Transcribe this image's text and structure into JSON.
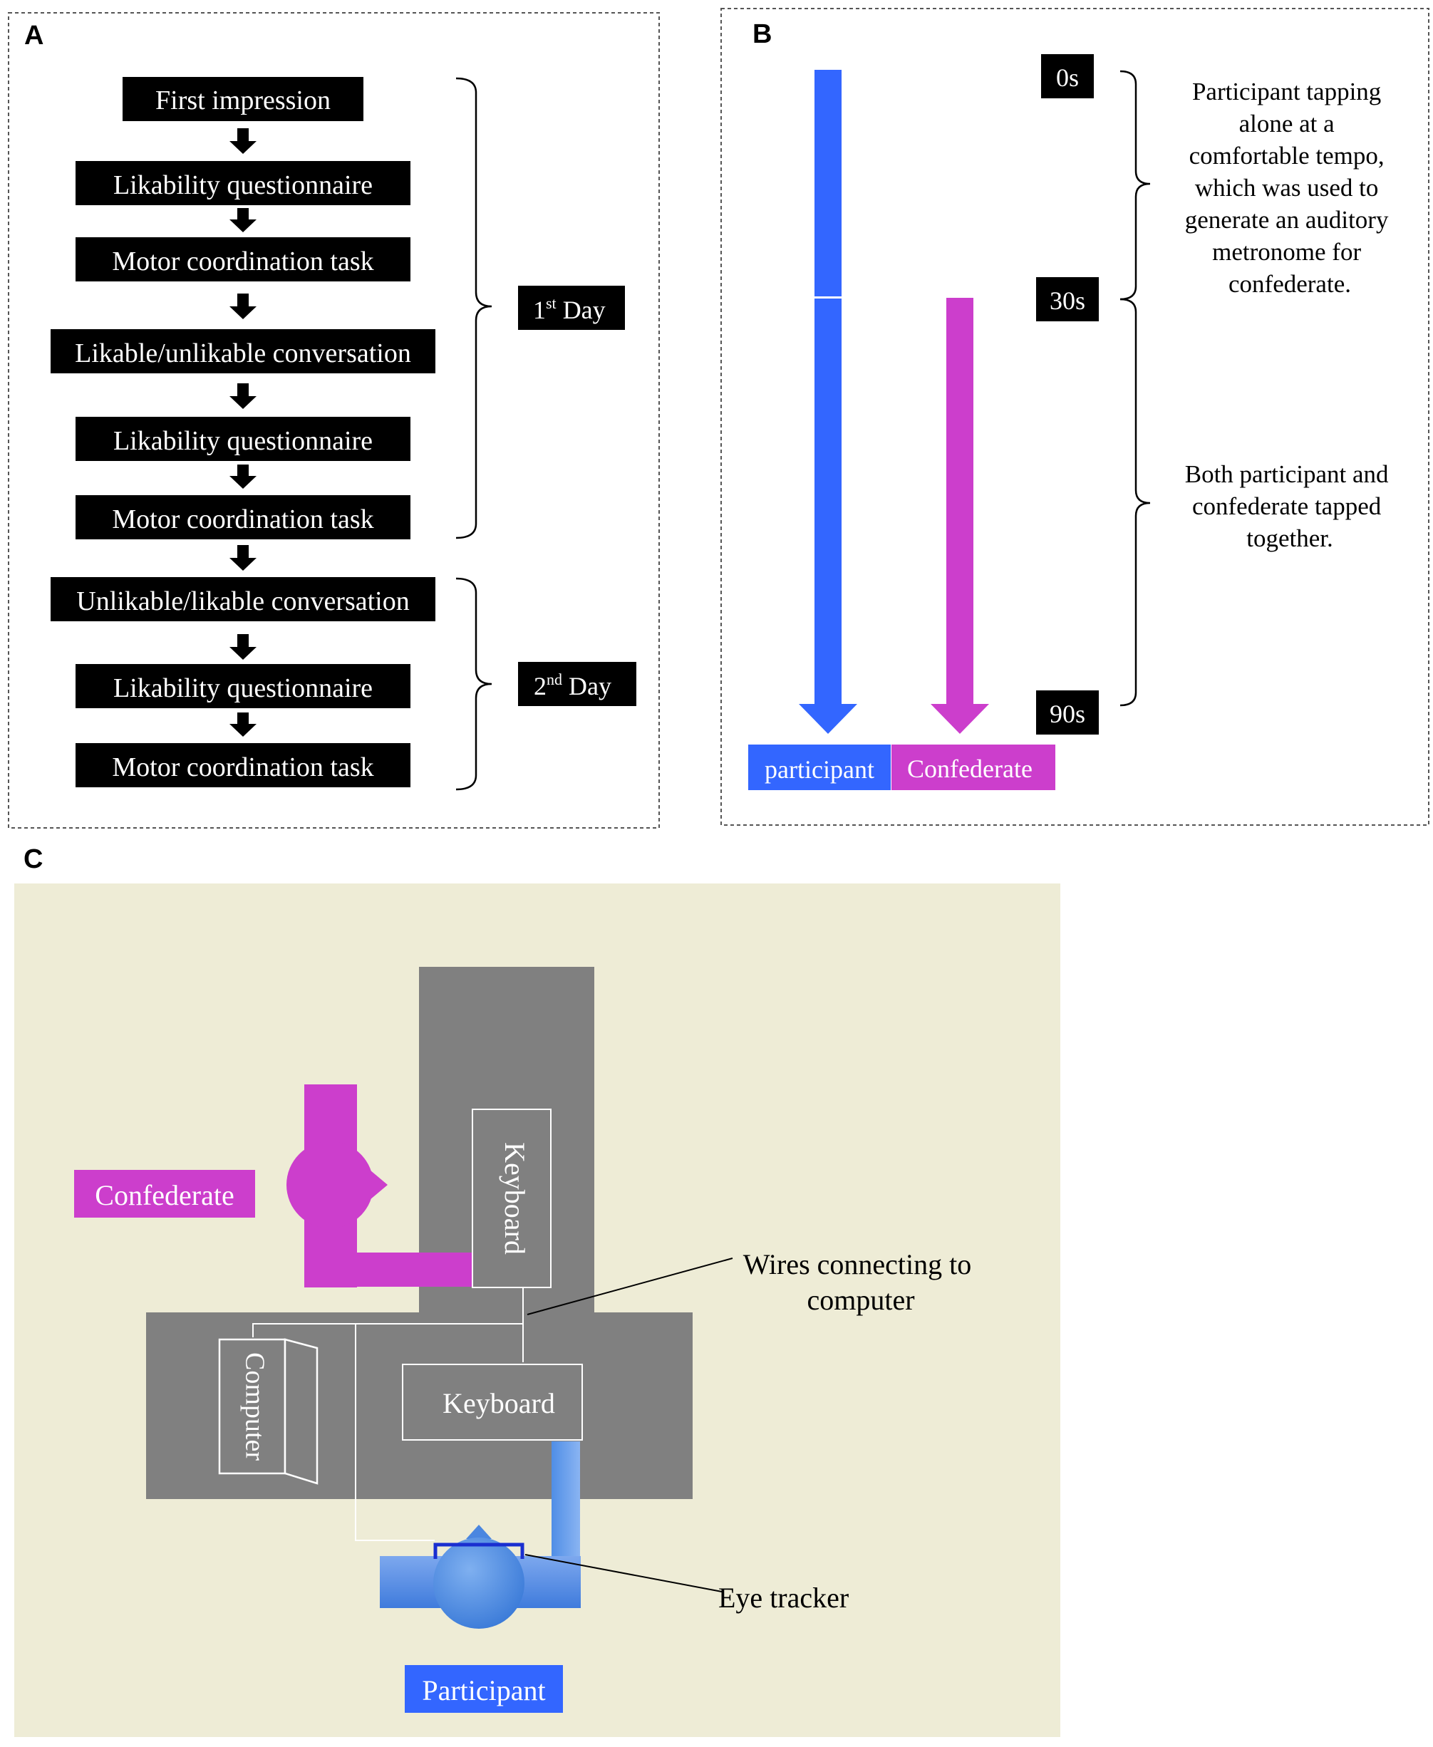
{
  "panels": {
    "a": {
      "letter": "A",
      "steps": [
        "First impression",
        "Likability questionnaire",
        "Motor coordination task",
        "Likable/unlikable conversation",
        "Likability questionnaire",
        "Motor coordination task",
        "Unlikable/likable conversation",
        "Likability questionnaire",
        "Motor coordination task"
      ],
      "day1": {
        "num": "1",
        "sup": "st",
        "word": " Day"
      },
      "day2": {
        "num": "2",
        "sup": "nd",
        "word": " Day"
      }
    },
    "b": {
      "letter": "B",
      "times": [
        "0s",
        "30s",
        "90s"
      ],
      "phase1_lines": [
        "Participant tapping",
        "alone at a",
        "comfortable tempo,",
        "which was used to",
        "generate an auditory",
        "metronome for",
        "confederate."
      ],
      "phase2_lines": [
        "Both participant and",
        "confederate tapped",
        "together."
      ],
      "legend": {
        "participant": "participant",
        "confederate": "Confederate"
      }
    },
    "c": {
      "letter": "C",
      "confederate_label": "Confederate",
      "participant_label": "Participant",
      "keyboard_top": "Keyboard",
      "keyboard_bottom": "Keyboard",
      "computer": "Computer",
      "wires_lines": [
        "Wires connecting to",
        "computer"
      ],
      "eye_tracker": "Eye tracker"
    }
  },
  "colors": {
    "participant_blue": "#3366ff",
    "confederate_magenta": "#cc3ecc",
    "table_gray": "#808080",
    "room_bg": "#eeecd6",
    "box_black": "#000000"
  }
}
